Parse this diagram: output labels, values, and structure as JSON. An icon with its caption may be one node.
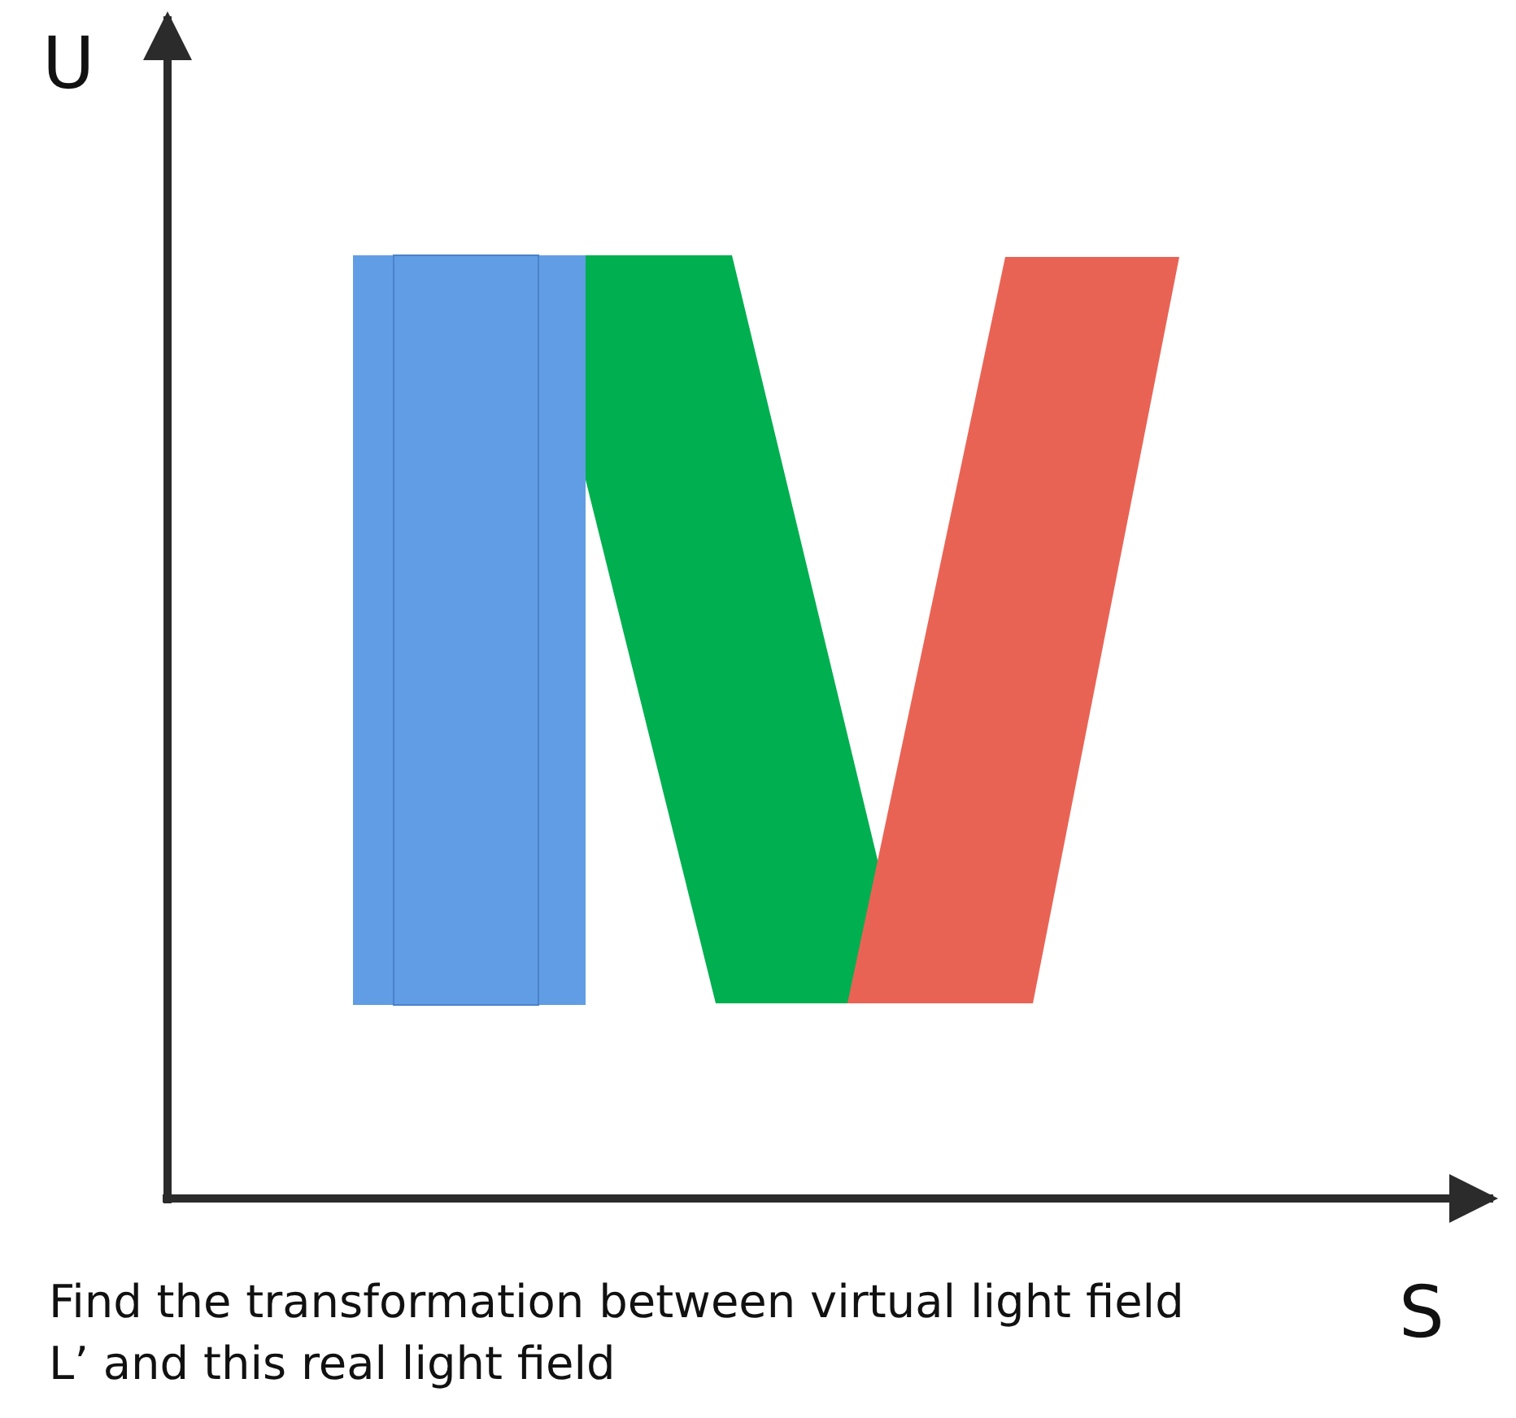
{
  "diagram": {
    "caption": "Find the transformation between virtual light field L’ and this real light field",
    "labels": [
      "U",
      "S"
    ]
  }
}
